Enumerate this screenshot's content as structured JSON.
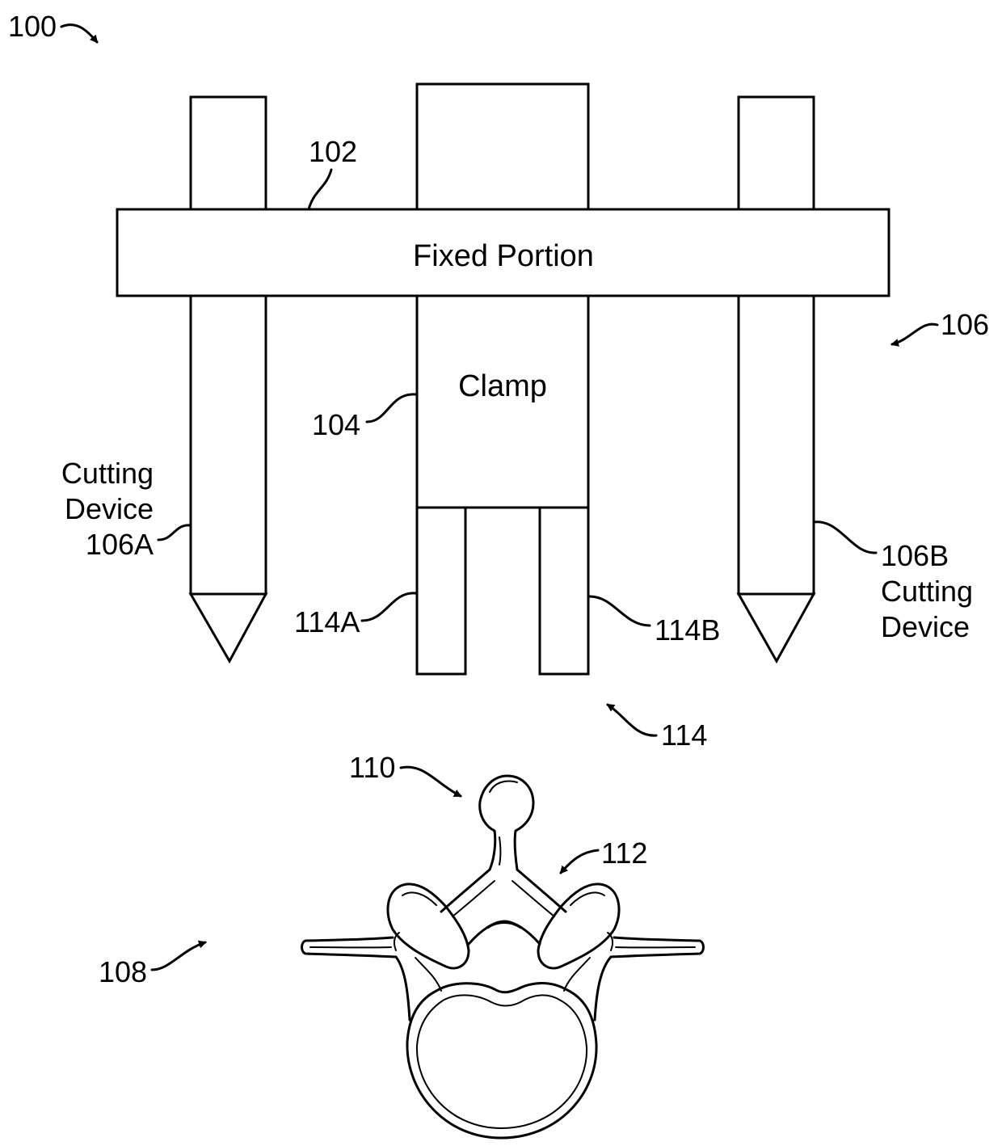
{
  "labels": {
    "fig": "100",
    "fixed_ref": "102",
    "fixed_text": "Fixed Portion",
    "clamp_ref": "104",
    "clamp_text": "Clamp",
    "cutting_ref": "106",
    "cut_a_line1": "Cutting",
    "cut_a_line2": "Device",
    "cut_a_ref": "106A",
    "cut_b_ref": "106B",
    "cut_b_line2": "Cutting",
    "cut_b_line3": "Device",
    "jaw_a_ref": "114A",
    "jaw_b_ref": "114B",
    "jaws_ref": "114",
    "vert_ref": "108",
    "spinous_ref": "110",
    "lamina_ref": "112"
  }
}
